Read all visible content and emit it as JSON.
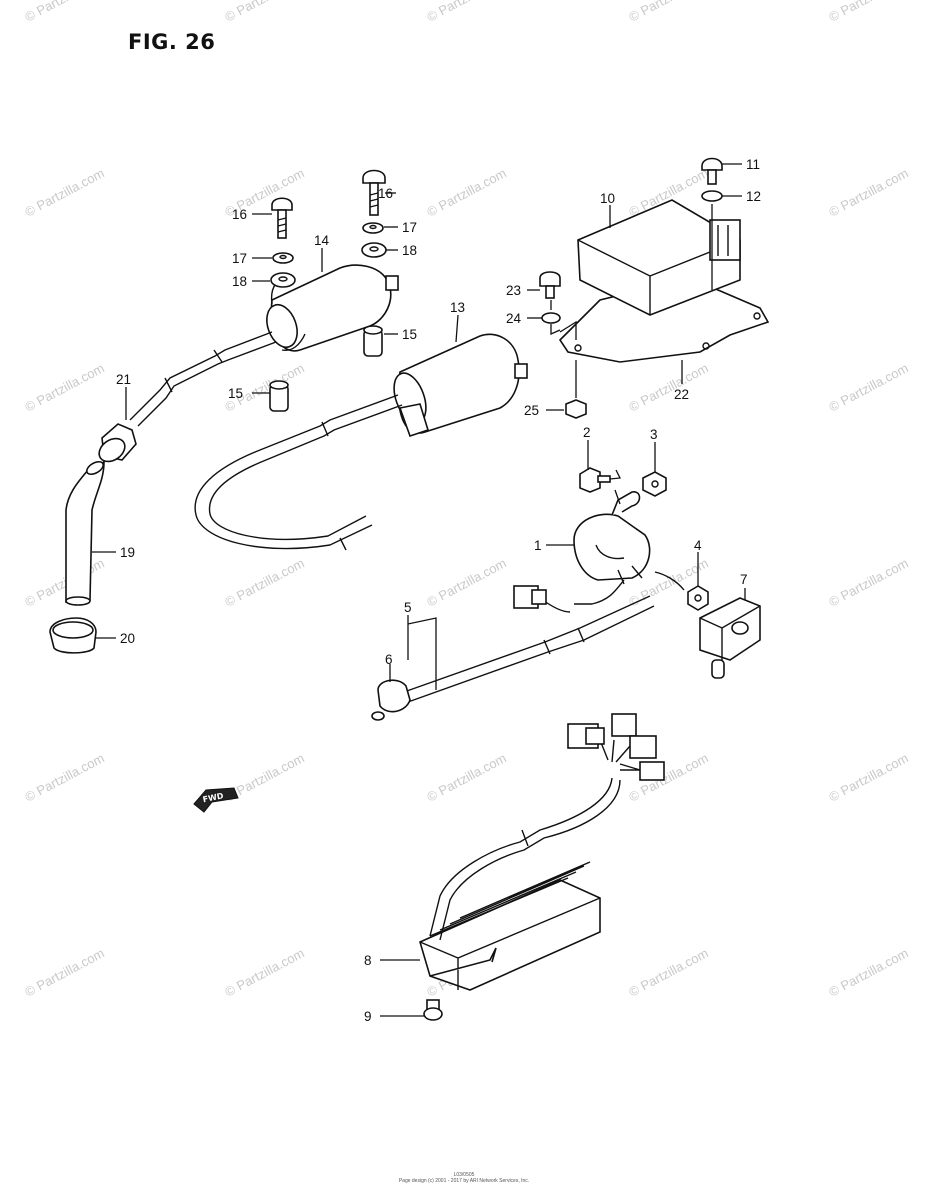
{
  "figure": {
    "title": "FIG. 26"
  },
  "watermark": "© Partzilla.com",
  "fwd_label": "FWD",
  "callouts": [
    "1",
    "2",
    "3",
    "4",
    "5",
    "6",
    "7",
    "8",
    "9",
    "10",
    "11",
    "12",
    "13",
    "14",
    "15",
    "15",
    "16",
    "16",
    "17",
    "17",
    "18",
    "18",
    "19",
    "20",
    "21",
    "22",
    "23",
    "24",
    "25"
  ],
  "footer": {
    "code": "L03/0505",
    "copyright": "Page design (c) 2001 - 2017 by ARI Network Services, Inc."
  }
}
